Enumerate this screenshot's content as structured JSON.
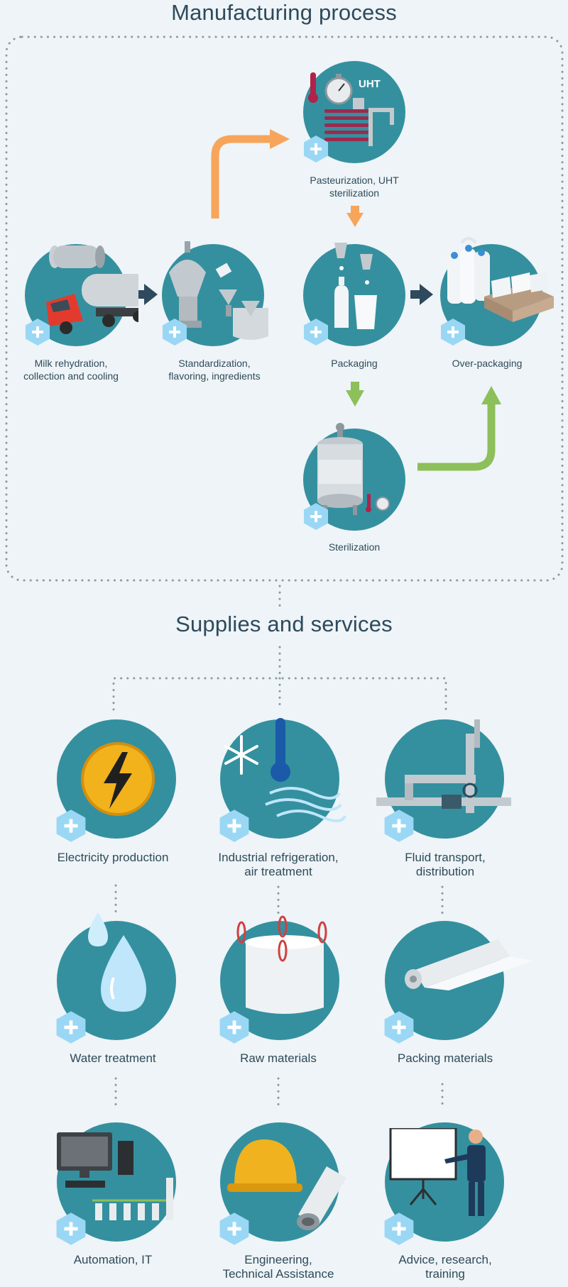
{
  "titles": {
    "manufacturing": "Manufacturing process",
    "supplies": "Supplies and services"
  },
  "process": [
    {
      "id": "milk",
      "line1": "Milk rehydration,",
      "line2": "collection and cooling",
      "icon": "milk-tanker-truck-icon"
    },
    {
      "id": "standardization",
      "line1": "Standardization,",
      "line2": "flavoring, ingredients",
      "icon": "centrifuge-mixer-icon"
    },
    {
      "id": "pasteurization",
      "line1": "Pasteurization, UHT",
      "line2": "sterilization",
      "icon": "uht-heat-exchanger-icon",
      "badge": "UHT"
    },
    {
      "id": "packaging",
      "line1": "Packaging",
      "line2": "",
      "icon": "bottle-filling-icon"
    },
    {
      "id": "overpackaging",
      "line1": "Over-packaging",
      "line2": "",
      "icon": "bottle-crate-icon"
    },
    {
      "id": "sterilization",
      "line1": "Sterilization",
      "line2": "",
      "icon": "autoclave-icon"
    }
  ],
  "services": [
    {
      "id": "electricity",
      "line1": "Electricity production",
      "line2": "",
      "icon": "lightning-bolt-icon"
    },
    {
      "id": "refrigeration",
      "line1": "Industrial refrigeration,",
      "line2": "air treatment",
      "icon": "snowflake-thermometer-icon"
    },
    {
      "id": "fluid",
      "line1": "Fluid transport,",
      "line2": "distribution",
      "icon": "pipes-valve-icon"
    },
    {
      "id": "water",
      "line1": "Water treatment",
      "line2": "",
      "icon": "water-drops-icon"
    },
    {
      "id": "raw",
      "line1": "Raw materials",
      "line2": "",
      "icon": "bulk-bag-icon"
    },
    {
      "id": "packing",
      "line1": "Packing materials",
      "line2": "",
      "icon": "film-roll-icon"
    },
    {
      "id": "automation",
      "line1": "Automation, IT",
      "line2": "",
      "icon": "computer-icon"
    },
    {
      "id": "engineering",
      "line1": "Engineering,",
      "line2": "Technical Assistance",
      "icon": "hard-hat-pipe-icon"
    },
    {
      "id": "advice",
      "line1": "Advice, research,",
      "line2": "training",
      "icon": "presenter-board-icon"
    }
  ],
  "colors": {
    "circle": "#34909f",
    "hex": "#9ad7f5",
    "orange_arrow": "#f7a55a",
    "green_arrow": "#8dbf5a",
    "dark_arrow": "#2e4a5c",
    "dots": "#8a9aa3"
  }
}
